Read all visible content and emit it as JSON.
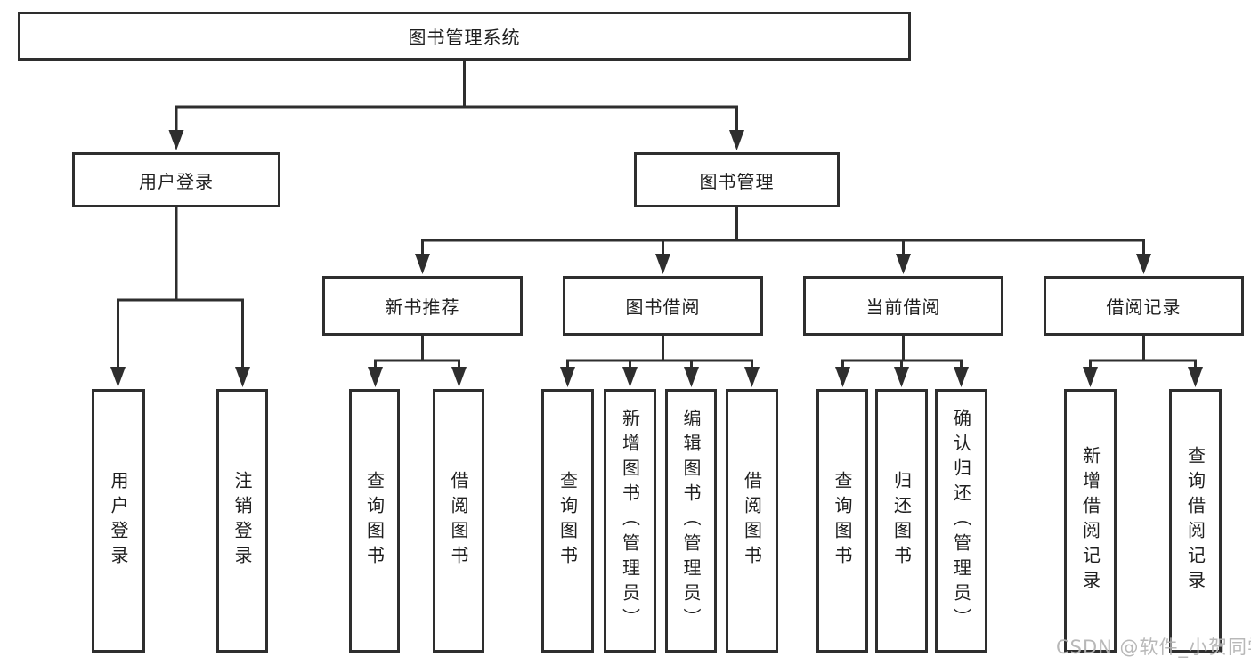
{
  "diagram": {
    "type": "hierarchy-diagram",
    "orientation": "top-down",
    "tree": {
      "label": "图书管理系统",
      "children": [
        {
          "label": "用户登录",
          "children": [
            {
              "label": "用户登录"
            },
            {
              "label": "注销登录"
            }
          ]
        },
        {
          "label": "图书管理",
          "children": [
            {
              "label": "新书推荐",
              "children": [
                {
                  "label": "查询图书"
                },
                {
                  "label": "借阅图书"
                }
              ]
            },
            {
              "label": "图书借阅",
              "children": [
                {
                  "label": "查询图书"
                },
                {
                  "label": "新增图书（管理员）"
                },
                {
                  "label": "编辑图书（管理员）"
                },
                {
                  "label": "借阅图书"
                }
              ]
            },
            {
              "label": "当前借阅",
              "children": [
                {
                  "label": "查询图书"
                },
                {
                  "label": "归还图书"
                },
                {
                  "label": "确认归还（管理员）"
                }
              ]
            },
            {
              "label": "借阅记录",
              "children": [
                {
                  "label": "新增借阅记录"
                },
                {
                  "label": "查询借阅记录"
                }
              ]
            }
          ]
        }
      ]
    },
    "colors": {
      "line": "#2e2e2e",
      "box_border": "#2e2e2e",
      "box_fill": "#ffffff",
      "text": "#1f1f1f",
      "background": "#ffffff",
      "watermark": "#b5b5b5"
    }
  },
  "watermark": {
    "text": "CSDN @软件_小贺同学"
  }
}
